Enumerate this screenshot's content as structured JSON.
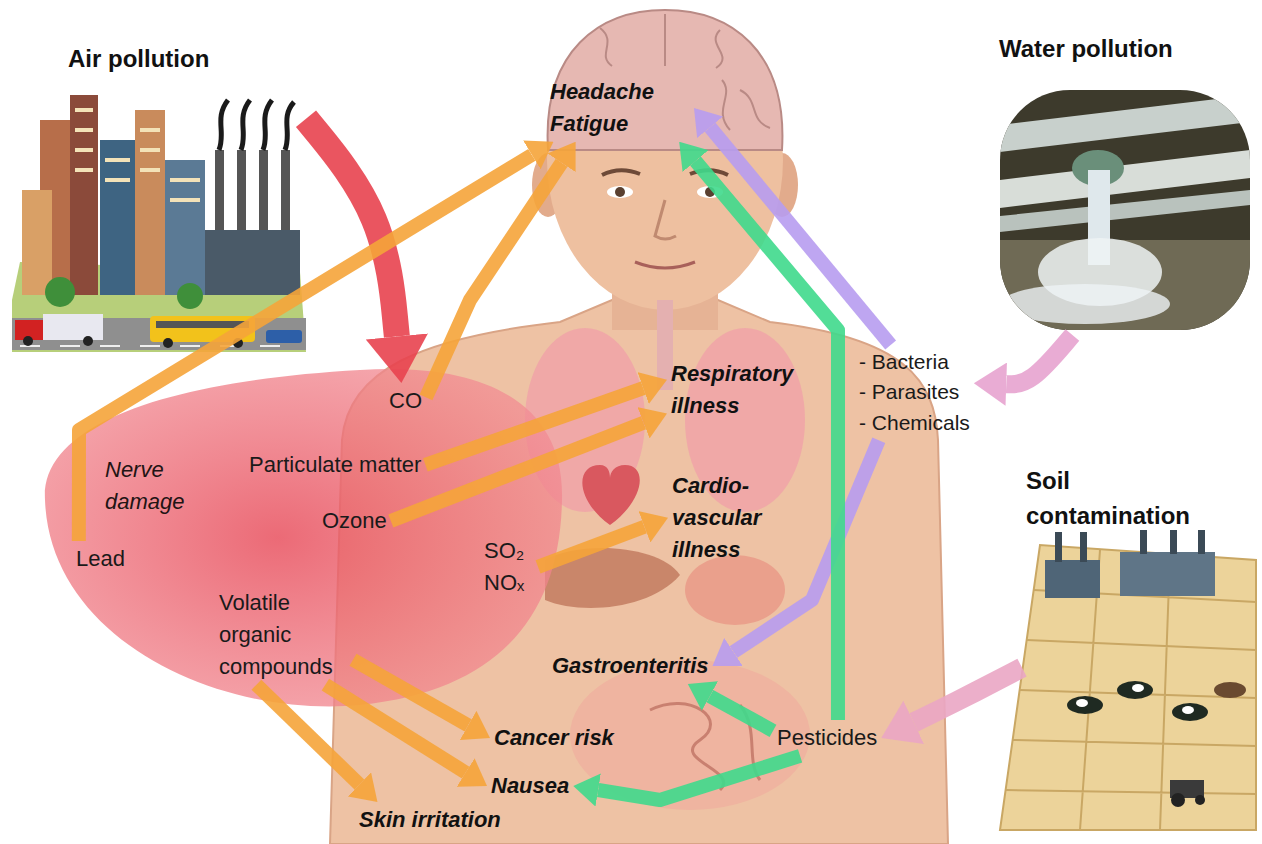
{
  "diagram": {
    "nodes": [
      {
        "text": [
          "Air pollution"
        ]
      },
      {
        "text": [
          "Headache Fatigue"
        ]
      },
      {
        "text": [
          "Water pollution"
        ]
      },
      {
        "text": [
          "- Bacteria",
          "- Parasites",
          "- Chemicals"
        ]
      },
      {
        "text": [
          "CO"
        ]
      },
      {
        "text": [
          "Respiratory illness"
        ]
      },
      {
        "text": [
          "Nerve damage"
        ]
      },
      {
        "text": [
          "Particulate matter"
        ]
      },
      {
        "text": [
          "Ozone"
        ]
      },
      {
        "text": [
          "Cardio-vascular illness"
        ]
      },
      {
        "text": [
          "Soil contamination"
        ]
      },
      {
        "text": [
          "Lead"
        ]
      },
      {
        "text": [
          "SO₂ NOₓ"
        ]
      },
      {
        "text": [
          "Volatile organic compounds"
        ]
      },
      {
        "text": [
          "Gastroenteritis"
        ]
      },
      {
        "text": [
          "Cancer risk"
        ]
      },
      {
        "text": [
          "Pesticides"
        ]
      },
      {
        "text": [
          "Nausea"
        ]
      },
      {
        "text": [
          "Skin irritation"
        ]
      }
    ],
    "edges": [
      {
        "from": 0,
        "to": 4,
        "arrow": "to"
      },
      {
        "from": 2,
        "to": 3,
        "arrow": "to"
      },
      {
        "from": 10,
        "to": 16,
        "arrow": "to"
      },
      {
        "from": 4,
        "to": 1,
        "arrow": "to"
      },
      {
        "from": 11,
        "to": 1,
        "arrow": "to"
      },
      {
        "from": 7,
        "to": 5,
        "arrow": "to"
      },
      {
        "from": 8,
        "to": 5,
        "arrow": "to"
      },
      {
        "from": 12,
        "to": 9,
        "arrow": "to"
      },
      {
        "from": 13,
        "to": 15,
        "arrow": "to"
      },
      {
        "from": 13,
        "to": 17,
        "arrow": "to"
      },
      {
        "from": 13,
        "to": 18,
        "arrow": "to"
      },
      {
        "from": 3,
        "to": 1,
        "arrow": "to"
      },
      {
        "from": 3,
        "to": 14,
        "arrow": "to"
      },
      {
        "from": 16,
        "to": 1,
        "arrow": "to"
      },
      {
        "from": 16,
        "to": 14,
        "arrow": "to"
      },
      {
        "from": 16,
        "to": 17,
        "arrow": "to"
      }
    ]
  }
}
